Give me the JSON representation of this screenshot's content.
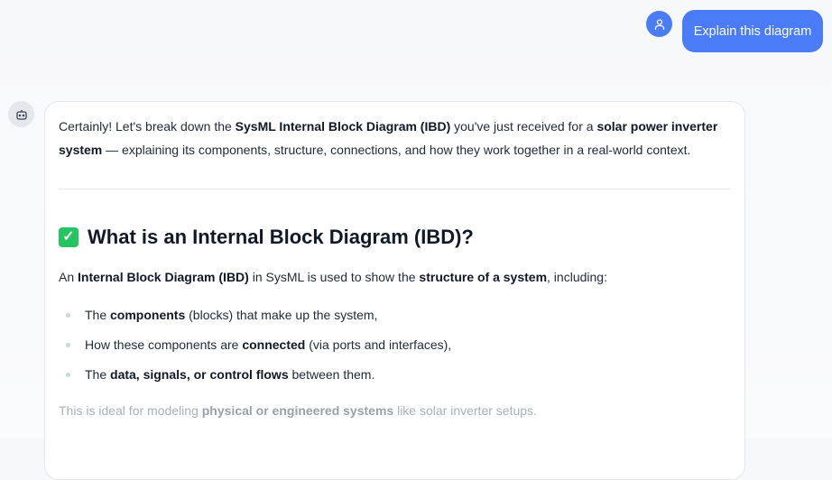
{
  "user_message": "Explain this diagram",
  "icons": {
    "user": "user-icon",
    "bot": "bot-icon",
    "heading": "check-mark-icon"
  },
  "colors": {
    "accent": "#4a7cf7"
  },
  "response": {
    "intro": [
      "Certainly! Let's break down the ",
      "SysML Internal Block Diagram (IBD)",
      " you've just received for a ",
      "solar power inverter system",
      " — explaining its components, structure, connections, and how they work together in a real-world context."
    ],
    "heading": "What is an Internal Block Diagram (IBD)?",
    "para": [
      "An ",
      "Internal Block Diagram (IBD)",
      " in SysML is used to show the ",
      "structure of a system",
      ", including:"
    ],
    "bullets": [
      [
        "The ",
        "components",
        " (blocks) that make up the system,"
      ],
      [
        "How these components are ",
        "connected",
        " (via ports and interfaces),"
      ],
      [
        "The ",
        "data, signals, or control flows",
        " between them."
      ]
    ],
    "faded": [
      "This is ideal for modeling ",
      "physical or engineered systems",
      " like solar inverter setups."
    ]
  }
}
